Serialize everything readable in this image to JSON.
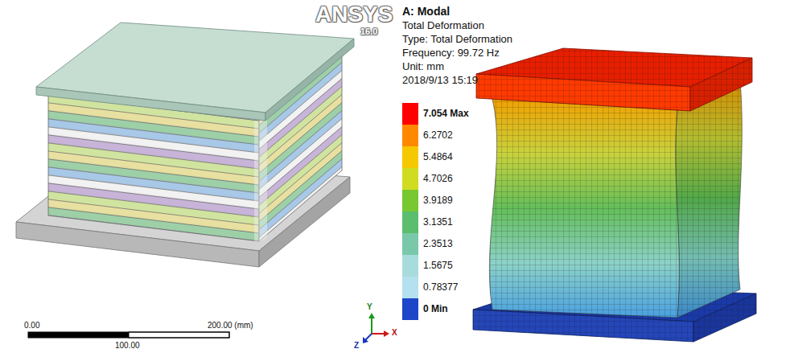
{
  "diagram": {
    "labels": [
      "ANSYS",
      "16.0",
      "A: Modal",
      "Total Deformation",
      "Type: Total Deformation",
      "Frequency: 99.72 Hz",
      "Unit: mm",
      "2018/9/13 15:19",
      "0.00",
      "200.00 (mm)",
      "100.00",
      "Y",
      "X",
      "Z"
    ],
    "legend": [
      {
        "text": "7.054 Max",
        "color": "#ff0000"
      },
      {
        "text": "6.2702",
        "color": "#ff8800"
      },
      {
        "text": "5.4864",
        "color": "#f5c800"
      },
      {
        "text": "4.7026",
        "color": "#d0dc20"
      },
      {
        "text": "3.9189",
        "color": "#78c832"
      },
      {
        "text": "3.1351",
        "color": "#5abe6e"
      },
      {
        "text": "2.3513",
        "color": "#7ac8aa"
      },
      {
        "text": "1.5675",
        "color": "#a8dcdc"
      },
      {
        "text": "0.78377",
        "color": "#b4e0f0"
      },
      {
        "text": "0 Min",
        "color": "#1e46c8"
      }
    ]
  }
}
